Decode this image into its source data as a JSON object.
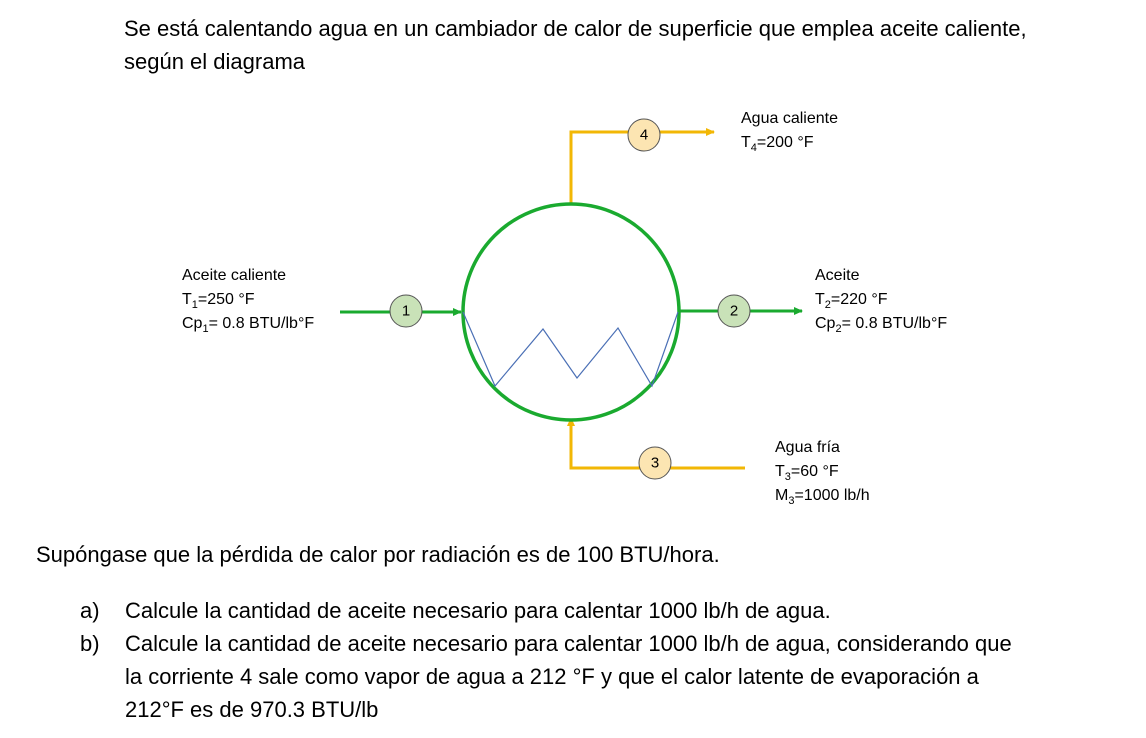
{
  "intro": {
    "line1": "Se está calentando agua en un cambiador de calor de superficie que emplea aceite caliente,",
    "line2": "según el diagrama"
  },
  "diagram": {
    "colors": {
      "oil": "#1aaa2f",
      "water": "#f2b705",
      "coil": "#4a6fb5",
      "oil_node_fill": "#c9e2b8",
      "water_node_fill": "#fce5b2"
    },
    "streams": {
      "s1": {
        "number": "1",
        "name": "Aceite caliente",
        "temp": {
          "var": "T",
          "sub": "1",
          "rest": "=250 °F"
        },
        "cp": {
          "var": "Cp",
          "sub": "1",
          "rest": "= 0.8 BTU/lb°F"
        }
      },
      "s2": {
        "number": "2",
        "name": "Aceite",
        "temp": {
          "var": "T",
          "sub": "2",
          "rest": "=220 °F"
        },
        "cp": {
          "var": "Cp",
          "sub": "2",
          "rest": "= 0.8 BTU/lb°F"
        }
      },
      "s3": {
        "number": "3",
        "name": "Agua fría",
        "temp": {
          "var": "T",
          "sub": "3",
          "rest": "=60 °F"
        },
        "mass": {
          "var": "M",
          "sub": "3",
          "rest": "=1000 lb/h"
        }
      },
      "s4": {
        "number": "4",
        "name": "Agua caliente",
        "temp": {
          "var": "T",
          "sub": "4",
          "rest": "=200 °F"
        }
      }
    }
  },
  "note": "Supóngase que la pérdida de calor por radiación es de 100 BTU/hora.",
  "questions": [
    {
      "mark": "a)",
      "lines": [
        "Calcule la cantidad de aceite necesario para calentar 1000 lb/h de agua."
      ]
    },
    {
      "mark": "b)",
      "lines": [
        "Calcule la cantidad de aceite necesario para calentar 1000 lb/h de agua, considerando que",
        "la corriente 4 sale como vapor de agua a 212 °F y que el calor latente de evaporación a",
        "212°F es de 970.3 BTU/lb"
      ]
    }
  ]
}
